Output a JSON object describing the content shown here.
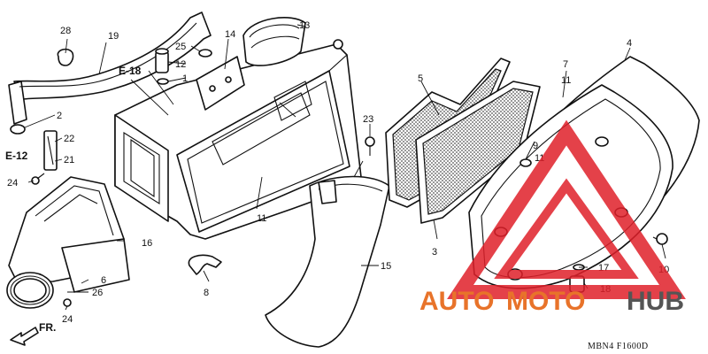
{
  "callouts": {
    "c2": "2",
    "c3": "3",
    "c4": "4",
    "c5": "5",
    "c6": "6",
    "c7": "7",
    "c8": "8",
    "c9": "9",
    "c10": "10",
    "c11a": "11",
    "c11b": "11",
    "c11c": "11",
    "c12": "12",
    "c13": "13",
    "c14": "14",
    "c15": "15",
    "c16": "16",
    "c17": "17",
    "c18": "18",
    "c19": "19",
    "c21": "21",
    "c22": "22",
    "c23": "23",
    "c24a": "24",
    "c24b": "24",
    "c25": "25",
    "c26": "26",
    "c28": "28"
  },
  "references": {
    "e18": "E-18",
    "e12": "E-12",
    "front_marker": "FR."
  },
  "footer": {
    "code": "MBN4  F1600D"
  },
  "watermark": {
    "brand_auto": "AUTO",
    "brand_moto": "MOTO",
    "brand_hub": "HUB",
    "color_primary": "#e8732a",
    "color_secondary": "#555555",
    "color_triangle": "#e0202a"
  }
}
